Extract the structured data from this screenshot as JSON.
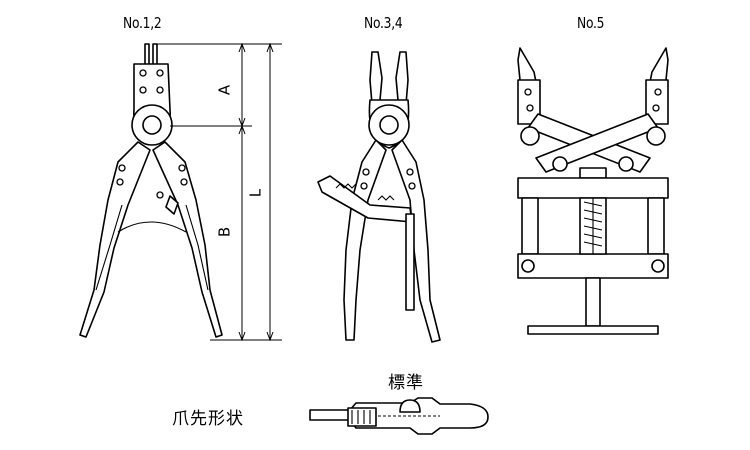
{
  "models": [
    "No.1,2",
    "No.3,4",
    "No.5"
  ],
  "dimensions": {
    "a": "A",
    "b": "B",
    "l": "L"
  },
  "tip": {
    "caption": "爪先形状",
    "standard": "標準"
  }
}
